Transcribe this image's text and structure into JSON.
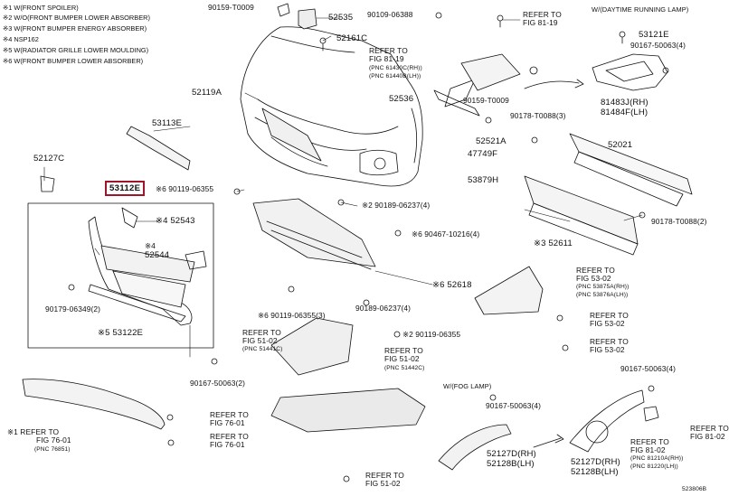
{
  "legend": [
    "※1 W(FRONT SPOILER)",
    "※2 W/O(FRONT BUMPER LOWER ABSORBER)",
    "※3 W(FRONT BUMPER ENERGY ABSORBER)",
    "※4 NSP162",
    "※5 W(RADIATOR GRILLE LOWER MOULDING)",
    "※6 W(FRONT BUMPER LOWER ABSORBER)"
  ],
  "sections": {
    "drl": "W/(DAYTIME RUNNING LAMP)",
    "fog": "W/(FOG LAMP)"
  },
  "highlight": {
    "part": "53112E",
    "color": "#a0142c"
  },
  "labels": [
    {
      "id": "l-90159-t0009-top",
      "text": "90159-T0009"
    },
    {
      "id": "l-52535",
      "text": "52535"
    },
    {
      "id": "l-90109-06388",
      "text": "90109-06388"
    },
    {
      "id": "l-52161c",
      "text": "52161C"
    },
    {
      "id": "l-refer-81-19-a",
      "text": "REFER TO"
    },
    {
      "id": "l-refer-81-19-a2",
      "text": "FIG 81-19"
    },
    {
      "id": "l-refer-81-19-b",
      "text": "REFER TO"
    },
    {
      "id": "l-refer-81-19-b2",
      "text": "FIG 81-19"
    },
    {
      "id": "l-pnc-61430c",
      "text": "(PNC 61430C(RH))"
    },
    {
      "id": "l-pnc-61440b",
      "text": "(PNC 61440B(LH))"
    },
    {
      "id": "l-53121e",
      "text": "53121E"
    },
    {
      "id": "l-90167-50063-drl",
      "text": "90167-50063(4)"
    },
    {
      "id": "l-52119a",
      "text": "52119A"
    },
    {
      "id": "l-52536",
      "text": "52536"
    },
    {
      "id": "l-90159-t0009-mid",
      "text": "90159-T0009"
    },
    {
      "id": "l-81483j",
      "text": "81483J(RH)"
    },
    {
      "id": "l-81484f",
      "text": "81484F(LH)"
    },
    {
      "id": "l-53113e",
      "text": "53113E"
    },
    {
      "id": "l-90178-t0088-top",
      "text": "90178-T0088(3)"
    },
    {
      "id": "l-52521a",
      "text": "52521A"
    },
    {
      "id": "l-52021",
      "text": "52021"
    },
    {
      "id": "l-47749f",
      "text": "47749F"
    },
    {
      "id": "l-52127c",
      "text": "52127C"
    },
    {
      "id": "l-53879h",
      "text": "53879H"
    },
    {
      "id": "l-90119-06355-top",
      "text": "※6 90119-06355"
    },
    {
      "id": "l-90189-06237-top",
      "text": "※2 90189-06237(4)"
    },
    {
      "id": "l-90178-t0088-right",
      "text": "90178-T0088(2)"
    },
    {
      "id": "l-52543",
      "text": "※4 52543"
    },
    {
      "id": "l-90467-10216",
      "text": "※6 90467-10216(4)"
    },
    {
      "id": "l-52611",
      "text": "※3 52611"
    },
    {
      "id": "l-52544-tag",
      "text": "※4"
    },
    {
      "id": "l-52544",
      "text": "52544"
    },
    {
      "id": "l-refer-53-02-a",
      "text": "REFER TO"
    },
    {
      "id": "l-refer-53-02-a2",
      "text": "FIG 53-02"
    },
    {
      "id": "l-pnc-53875a",
      "text": "(PNC 53875A(RH))"
    },
    {
      "id": "l-pnc-53876a",
      "text": "(PNC 53876A(LH))"
    },
    {
      "id": "l-52618",
      "text": "※6 52618"
    },
    {
      "id": "l-90179-06349",
      "text": "90179-06349(2)"
    },
    {
      "id": "l-90119-06355-mid",
      "text": "※6 90119-06355(3)"
    },
    {
      "id": "l-90189-06237-mid",
      "text": "90189-06237(4)"
    },
    {
      "id": "l-refer-53-02-b",
      "text": "REFER TO"
    },
    {
      "id": "l-refer-53-02-b2",
      "text": "FIG 53-02"
    },
    {
      "id": "l-53122e",
      "text": "※5 53122E"
    },
    {
      "id": "l-refer-51-02-a",
      "text": "REFER TO"
    },
    {
      "id": "l-refer-51-02-a2",
      "text": "FIG 51-02"
    },
    {
      "id": "l-pnc-51441c",
      "text": "(PNC 51441C)"
    },
    {
      "id": "l-90119-06355-low",
      "text": "※2 90119-06355"
    },
    {
      "id": "l-refer-53-02-c",
      "text": "REFER TO"
    },
    {
      "id": "l-refer-53-02-c2",
      "text": "FIG 53-02"
    },
    {
      "id": "l-refer-51-02-b",
      "text": "REFER TO"
    },
    {
      "id": "l-refer-51-02-b2",
      "text": "FIG 51-02"
    },
    {
      "id": "l-pnc-51442c",
      "text": "(PNC 51442C)"
    },
    {
      "id": "l-90167-50063-right",
      "text": "90167-50063(4)"
    },
    {
      "id": "l-90167-50063-left",
      "text": "90167-50063(2)"
    },
    {
      "id": "l-refer-76-01-a",
      "text": "※1 REFER TO"
    },
    {
      "id": "l-refer-76-01-a2",
      "text": "FIG 76-01"
    },
    {
      "id": "l-pnc-76851",
      "text": "(PNC 76851)"
    },
    {
      "id": "l-refer-76-01-b",
      "text": "REFER TO"
    },
    {
      "id": "l-refer-76-01-b2",
      "text": "FIG 76-01"
    },
    {
      "id": "l-refer-76-01-c",
      "text": "REFER TO"
    },
    {
      "id": "l-refer-76-01-c2",
      "text": "FIG 76-01"
    },
    {
      "id": "l-90167-50063-fog",
      "text": "90167-50063(4)"
    },
    {
      "id": "l-refer-81-02-a",
      "text": "REFER TO"
    },
    {
      "id": "l-refer-81-02-a2",
      "text": "FIG 81-02"
    },
    {
      "id": "l-pnc-81210a",
      "text": "(PNC 81210A(RH))"
    },
    {
      "id": "l-pnc-81220",
      "text": "(PNC 81220(LH))"
    },
    {
      "id": "l-refer-81-02-b",
      "text": "REFER TO"
    },
    {
      "id": "l-refer-81-02-b2",
      "text": "FIG 81-02"
    },
    {
      "id": "l-52127d-fog",
      "text": "52127D(RH)"
    },
    {
      "id": "l-52128b-fog",
      "text": "52128B(LH)"
    },
    {
      "id": "l-52127d-right",
      "text": "52127D(RH)"
    },
    {
      "id": "l-52128b-right",
      "text": "52128B(LH)"
    },
    {
      "id": "l-refer-51-02-c",
      "text": "REFER TO"
    },
    {
      "id": "l-refer-51-02-c2",
      "text": "FIG 51-02"
    }
  ],
  "footer_code": "523806B"
}
